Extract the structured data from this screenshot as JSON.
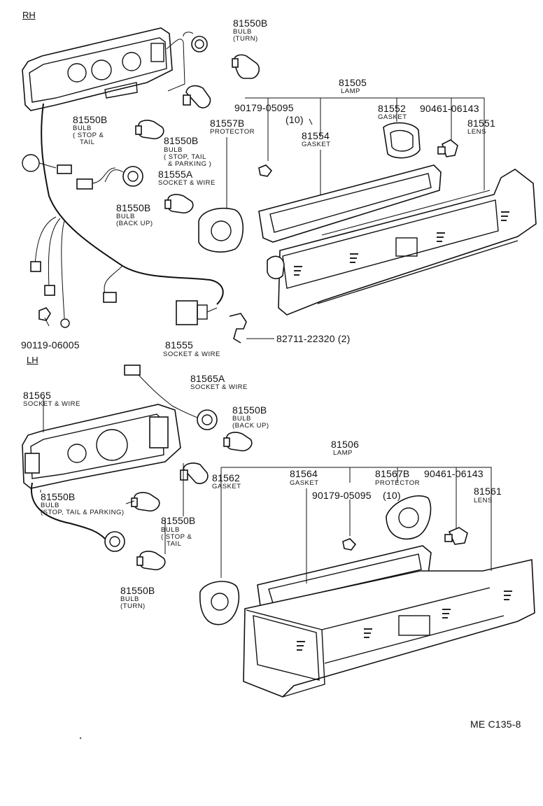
{
  "sections": {
    "rh": "RH",
    "lh": "LH"
  },
  "rh": {
    "bulb_turn": {
      "number": "81550B",
      "name1": "BULB",
      "name2": "(TURN)"
    },
    "lamp": {
      "number": "81505",
      "name": "LAMP"
    },
    "screw": {
      "number": "90179-05095",
      "qty": "(10)"
    },
    "gasket_81552": {
      "number": "81552",
      "name": "GASKET"
    },
    "clip_90461": {
      "number": "90461-06143"
    },
    "lens": {
      "number": "81551",
      "name": "LENS"
    },
    "protector": {
      "number": "81557B",
      "name": "PROTECTOR"
    },
    "gasket_81554": {
      "number": "81554",
      "name": "GASKET"
    },
    "bulb_stop_tail": {
      "number": "81550B",
      "name1": "BULB",
      "name2": "( STOP &",
      "name3": "TAIL"
    },
    "bulb_stp": {
      "number": "81550B",
      "name1": "BULB",
      "name2": "( STOP, TAIL",
      "name3": "& PARKING )"
    },
    "socket_81555a": {
      "number": "81555A",
      "name": "SOCKET & WIRE"
    },
    "bulb_backup": {
      "number": "81550B",
      "name1": "BULB",
      "name2": "(BACK UP)"
    },
    "bolt": {
      "number": "90119-06005"
    },
    "socket_81555": {
      "number": "81555",
      "name": "SOCKET & WIRE"
    },
    "clip_82711": {
      "number": "82711-22320 (2)"
    }
  },
  "lh": {
    "socket_81565": {
      "number": "81565",
      "name": "SOCKET & WIRE"
    },
    "socket_81565a": {
      "number": "81565A",
      "name": "SOCKET & WIRE"
    },
    "bulb_backup": {
      "number": "81550B",
      "name1": "BULB",
      "name2": "(BACK UP)"
    },
    "lamp": {
      "number": "81506",
      "name": "LAMP"
    },
    "gasket_81562": {
      "number": "81562",
      "name": "GASKET"
    },
    "gasket_81564": {
      "number": "81564",
      "name": "GASKET"
    },
    "protector": {
      "number": "81567B",
      "name": "PROTECTOR"
    },
    "clip_90461": {
      "number": "90461-06143"
    },
    "screw": {
      "number": "90179-05095",
      "qty": "(10)"
    },
    "lens": {
      "number": "81561",
      "name": "LENS"
    },
    "bulb_stp": {
      "number": "81550B",
      "name1": "BULB",
      "name2": "(STOP, TAIL & PARKING)"
    },
    "bulb_stop_tail": {
      "number": "81550B",
      "name1": "BULB",
      "name2": "( STOP &",
      "name3": "TAIL"
    },
    "bulb_turn": {
      "number": "81550B",
      "name1": "BULB",
      "name2": "(TURN)"
    }
  },
  "diagram_code": "ME C135-8"
}
